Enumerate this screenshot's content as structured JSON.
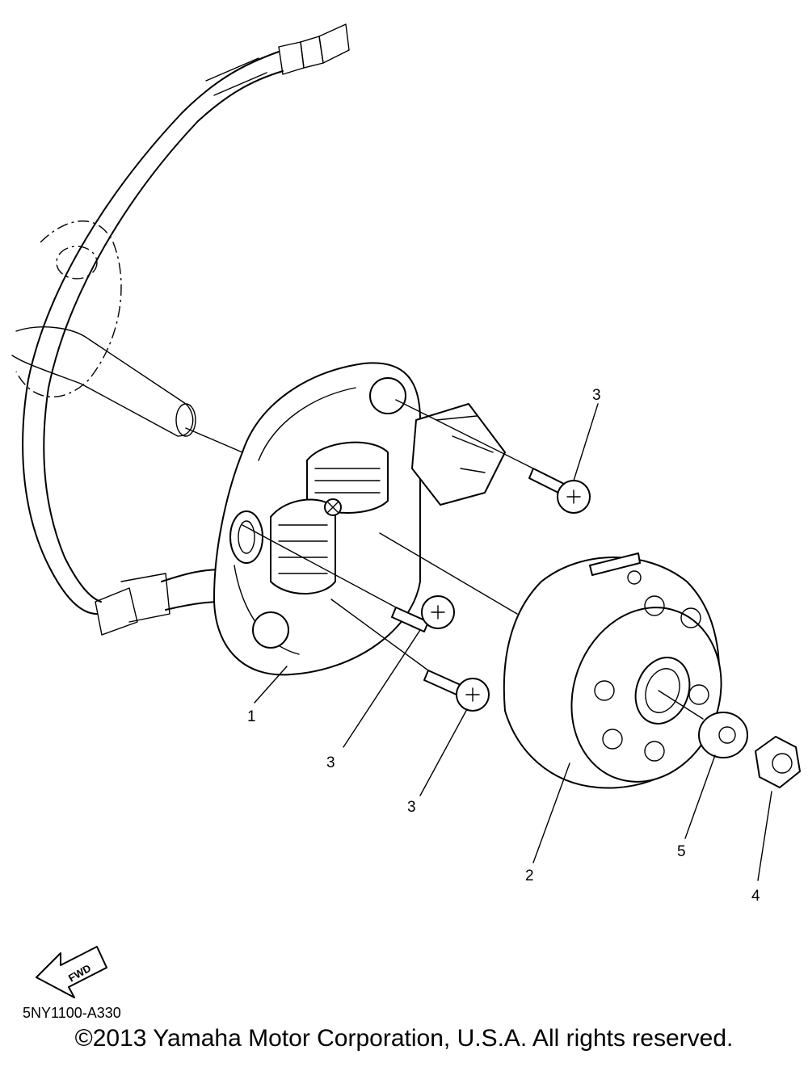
{
  "diagram": {
    "callouts": [
      {
        "id": "stator",
        "label": "1"
      },
      {
        "id": "rotor",
        "label": "2"
      },
      {
        "id": "screw-top",
        "label": "3"
      },
      {
        "id": "screw-mid",
        "label": "3"
      },
      {
        "id": "screw-low",
        "label": "3"
      },
      {
        "id": "nut",
        "label": "4"
      },
      {
        "id": "washer",
        "label": "5"
      }
    ],
    "direction_arrow_label": "FWD",
    "diagram_code": "5NY1100-A330"
  },
  "footer": {
    "copyright": "©2013 Yamaha Motor Corporation, U.S.A. All rights reserved."
  },
  "icons": [
    "fwd-arrow-icon",
    "phillips-screw-icon"
  ]
}
